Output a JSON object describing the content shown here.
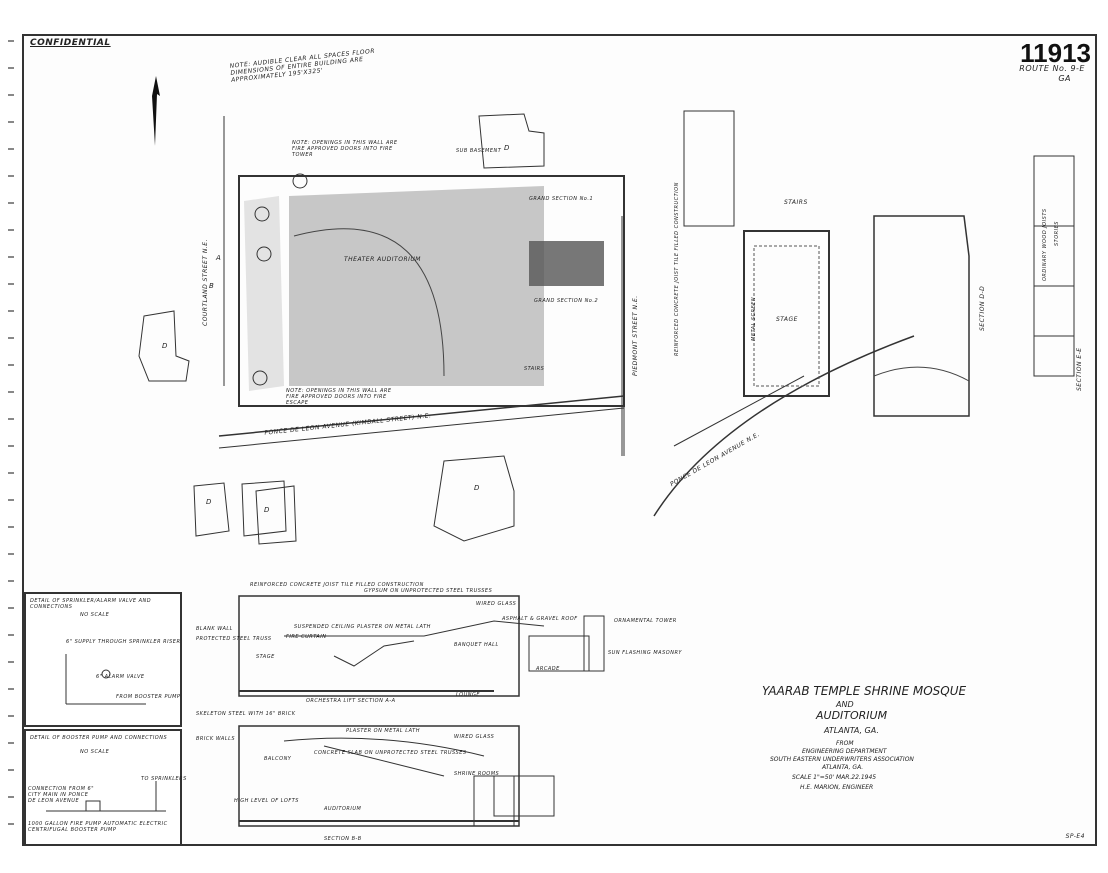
{
  "sheet": {
    "confidential_stamp": "CONFIDENTIAL",
    "sheet_number": "11913",
    "route_number": "ROUTE No. 9-E",
    "state_code": "GA",
    "general_note": "NOTE: AUDIBLE CLEAR ALL SPACES FLOOR DIMENSIONS OF ENTIRE BUILDING ARE APPROXIMATELY 195'X325'",
    "footer_mark": "SP-E4"
  },
  "title_block": {
    "title": "YAARAB TEMPLE SHRINE MOSQUE",
    "and": "AND",
    "subtitle": "AUDITORIUM",
    "location": "ATLANTA, GA.",
    "from": "FROM",
    "dept": "ENGINEERING DEPARTMENT",
    "association": "SOUTH EASTERN UNDERWRITERS ASSOCIATION",
    "assoc_city": "ATLANTA, GA.",
    "scale": "SCALE 1\"=50'  MAR.22.1945",
    "engineer": "H.E. MARION, ENGINEER"
  },
  "plan": {
    "street_ponce": "PONCE DE LEON AVENUE (KIMBALL STREET) N.E.",
    "street_courtland": "COURTLAND STREET N.E.",
    "street_piedmont": "PIEDMONT STREET N.E.",
    "street_ponce_small": "PONCE DE LEON AVENUE N.E.",
    "note_top": "NOTE: OPENINGS IN THIS WALL ARE FIRE APPROVED DOORS INTO FIRE TOWER",
    "note_bottom": "NOTE: OPENINGS IN THIS WALL ARE FIRE APPROVED DOORS INTO FIRE ESCAPE",
    "theater": "THEATER AUDITORIUM",
    "grand_section_1": "GRAND SECTION No.1",
    "grand_section_2": "GRAND SECTION No.2",
    "sub_basement": "SUB BASEMENT",
    "stairs": "STAIRS",
    "label_A": "A",
    "label_B": "B",
    "label_D": "D"
  },
  "section_aa": {
    "header": "REINFORCED CONCRETE JOIST TILE FILLED CONSTRUCTION",
    "gypsum": "GYPSUM ON UNPROTECTED STEEL TRUSSES",
    "wired_glass": "WIRED GLASS",
    "ceiling": "SUSPENDED CEILING PLASTER ON METAL LATH",
    "ornamental": "ORNAMENTAL TOWER",
    "asphalt": "ASPHALT & GRAVEL ROOF",
    "block_wall": "BLANK WALL",
    "trusses": "PROTECTED STEEL TRUSS",
    "stage": "STAGE",
    "fire_curtain": "FIRE CURTAIN",
    "banquet": "BANQUET HALL",
    "flashing": "SUN FLASHING MASONRY",
    "arcade": "ARCADE",
    "lounge": "LOUNGE",
    "caption": "ORCHESTRA LIFT  SECTION A-A"
  },
  "section_bb": {
    "steel_steps": "SKELETON STEEL WITH 16\" BRICK",
    "brick_walls": "BRICK WALLS",
    "plaster": "PLASTER ON METAL LATH",
    "concrete": "CONCRETE SLAB ON UNPROTECTED STEEL TRUSSES",
    "wired": "WIRED GLASS",
    "balcony": "BALCONY",
    "shrine_rooms": "SHRINE ROOMS",
    "auditorium": "AUDITORIUM",
    "high_level": "HIGH LEVEL OF LOFTS",
    "caption": "SECTION B-B"
  },
  "detail_sprinkler": {
    "title": "DETAIL OF SPRINKLER/ALARM VALVE AND CONNECTIONS",
    "scale": "NO SCALE",
    "note1": "6\" SUPPLY THROUGH SPRINKLER RISER",
    "note2": "6\" ALARM VALVE",
    "note3": "FROM BOOSTER PUMP"
  },
  "detail_booster": {
    "title": "DETAIL OF BOOSTER PUMP AND CONNECTIONS",
    "scale": "NO SCALE",
    "note1": "CONNECTION FROM 6\" CITY MAIN IN PONCE DE LEON AVENUE",
    "note2": "1000 GALLON FIRE PUMP AUTOMATIC ELECTRIC CENTRIFUGAL BOOSTER PUMP",
    "note3": "TO SPRINKLERS"
  },
  "section_dd": {
    "caption": "SECTION D-D",
    "stairs": "STAIRS",
    "stage": "STAGE",
    "metal_screen": "METAL SCREEN",
    "reinforced": "REINFORCED CONCRETE JOIST TILE FILLED CONSTRUCTION"
  },
  "section_ee": {
    "caption": "SECTION E-E",
    "ordinary": "ORDINARY WOOD JOISTS",
    "stories": "STORIES"
  }
}
